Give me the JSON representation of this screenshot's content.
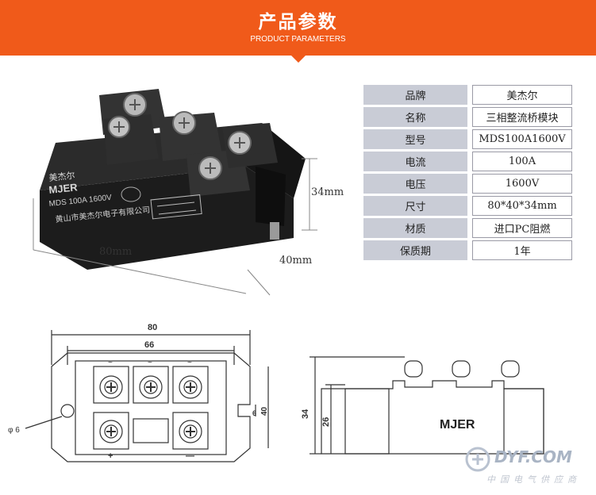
{
  "banner": {
    "title": "产品参数",
    "subtitle": "PRODUCT PARAMETERS"
  },
  "colors": {
    "accent": "#f05a1a",
    "table_key_bg": "#c9ccd6",
    "table_border": "#9a9aa6"
  },
  "specs": [
    {
      "key": "品牌",
      "value": "美杰尔"
    },
    {
      "key": "名称",
      "value": "三相整流桥模块"
    },
    {
      "key": "型号",
      "value": "MDS100A1600V"
    },
    {
      "key": "电流",
      "value": "100A"
    },
    {
      "key": "电压",
      "value": "1600V"
    },
    {
      "key": "尺寸",
      "value": "80*40*34mm"
    },
    {
      "key": "材质",
      "value": "进口PC阻燃"
    },
    {
      "key": "保质期",
      "value": "1年"
    }
  ],
  "photo": {
    "dim_length": "80mm",
    "dim_width": "40mm",
    "dim_height": "34mm",
    "brand_cn": "美杰尔",
    "brand_en": "MJER",
    "model_text": "MDS 100A 1600V",
    "maker_text": "黄山市美杰尔电子有限公司"
  },
  "drawing": {
    "dim_80": "80",
    "dim_66": "66",
    "dim_6": "6",
    "dim_40": "40",
    "hole": "φ 6",
    "dim_34": "34",
    "dim_26": "26",
    "brand": "MJER",
    "sym_ac1": "~",
    "sym_ac2": "~",
    "sym_ac3": "~",
    "sym_plus": "+",
    "sym_minus": "—"
  },
  "watermark": {
    "site": "DYF.COM",
    "sub": "中国电气供应商"
  }
}
